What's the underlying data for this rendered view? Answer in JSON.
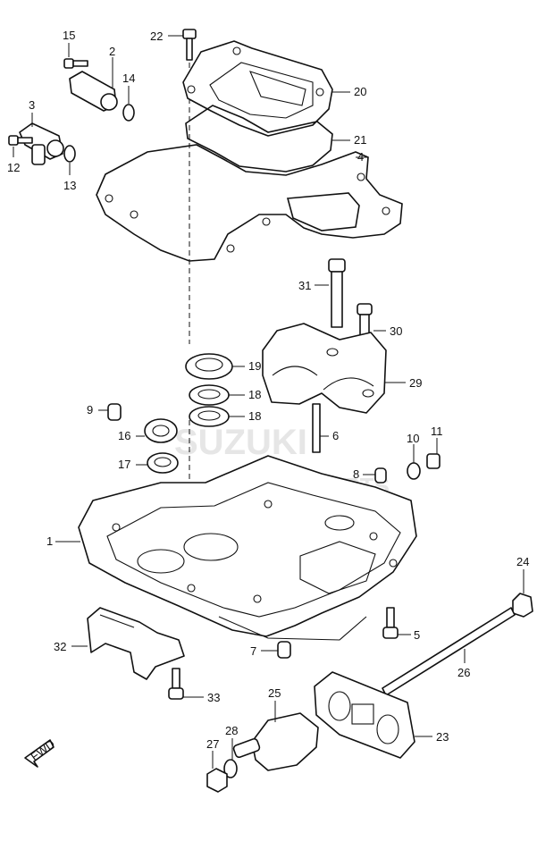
{
  "diagram": {
    "watermark": {
      "brand": "SUZUKI",
      "sub": "MARINE PARTS"
    },
    "fwd_label": "FWD",
    "callouts": [
      {
        "id": "c1",
        "label": "1"
      },
      {
        "id": "c2",
        "label": "2"
      },
      {
        "id": "c3",
        "label": "3"
      },
      {
        "id": "c4",
        "label": "4"
      },
      {
        "id": "c5",
        "label": "5"
      },
      {
        "id": "c6",
        "label": "6"
      },
      {
        "id": "c7",
        "label": "7"
      },
      {
        "id": "c8",
        "label": "8"
      },
      {
        "id": "c9",
        "label": "9"
      },
      {
        "id": "c10",
        "label": "10"
      },
      {
        "id": "c11",
        "label": "11"
      },
      {
        "id": "c12",
        "label": "12"
      },
      {
        "id": "c13",
        "label": "13"
      },
      {
        "id": "c14",
        "label": "14"
      },
      {
        "id": "c15",
        "label": "15"
      },
      {
        "id": "c16",
        "label": "16"
      },
      {
        "id": "c17",
        "label": "17"
      },
      {
        "id": "c18a",
        "label": "18"
      },
      {
        "id": "c18b",
        "label": "18"
      },
      {
        "id": "c19",
        "label": "19"
      },
      {
        "id": "c20",
        "label": "20"
      },
      {
        "id": "c21",
        "label": "21"
      },
      {
        "id": "c22",
        "label": "22"
      },
      {
        "id": "c23",
        "label": "23"
      },
      {
        "id": "c24",
        "label": "24"
      },
      {
        "id": "c25",
        "label": "25"
      },
      {
        "id": "c26",
        "label": "26"
      },
      {
        "id": "c27",
        "label": "27"
      },
      {
        "id": "c28",
        "label": "28"
      },
      {
        "id": "c29",
        "label": "29"
      },
      {
        "id": "c30",
        "label": "30"
      },
      {
        "id": "c31",
        "label": "31"
      },
      {
        "id": "c32",
        "label": "32"
      },
      {
        "id": "c33",
        "label": "33"
      }
    ]
  }
}
